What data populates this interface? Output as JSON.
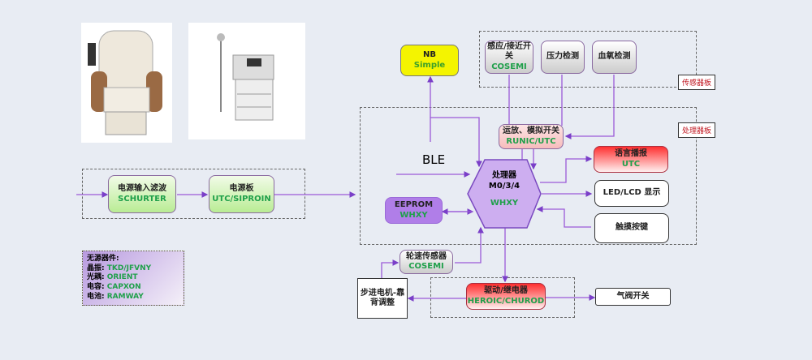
{
  "images": {
    "chair": "massage-chair-photo",
    "cart": "medical-cart-photo"
  },
  "nb": {
    "title": "NB",
    "sub": "Simple"
  },
  "sensor_board": {
    "label": "传感器板",
    "items": [
      {
        "title": "感应/接近开关",
        "sub": "COSEMI"
      },
      {
        "title": "压力检测"
      },
      {
        "title": "血氧检测"
      }
    ]
  },
  "proc_board": {
    "label": "处理器板"
  },
  "opamp": {
    "title": "运放、模拟开关",
    "sub": "RUNIC/UTC"
  },
  "ble": "BLE",
  "cpu": {
    "title": "处理器",
    "model": "M0/3/4",
    "sub": "WHXY"
  },
  "eeprom": {
    "title": "EEPROM",
    "sub": "WHXY"
  },
  "voice": {
    "title": "语言播报",
    "sub": "UTC"
  },
  "display": {
    "title": "LED/LCD 显示"
  },
  "touch": {
    "title": "触摸按键"
  },
  "power_filter": {
    "title": "电源输入滤波",
    "sub": "SCHURTER"
  },
  "power_board": {
    "title": "电源板",
    "sub": "UTC/SIPROIN"
  },
  "passive": {
    "title": "无源器件:",
    "rows": [
      {
        "k": "晶振:",
        "v": "TKD/JFVNY"
      },
      {
        "k": "光耦:",
        "v": "ORIENT"
      },
      {
        "k": "电容:",
        "v": "CAPXON"
      },
      {
        "k": "电池:",
        "v": "RAMWAY"
      }
    ]
  },
  "wheel": {
    "title": "轮速传感器",
    "sub": "COSEMI"
  },
  "motor": {
    "title": "步进电机-靠背调整"
  },
  "driver": {
    "title": "驱动/继电器",
    "sub": "HEROIC/CHUROD"
  },
  "valve": {
    "title": "气阀开关"
  }
}
